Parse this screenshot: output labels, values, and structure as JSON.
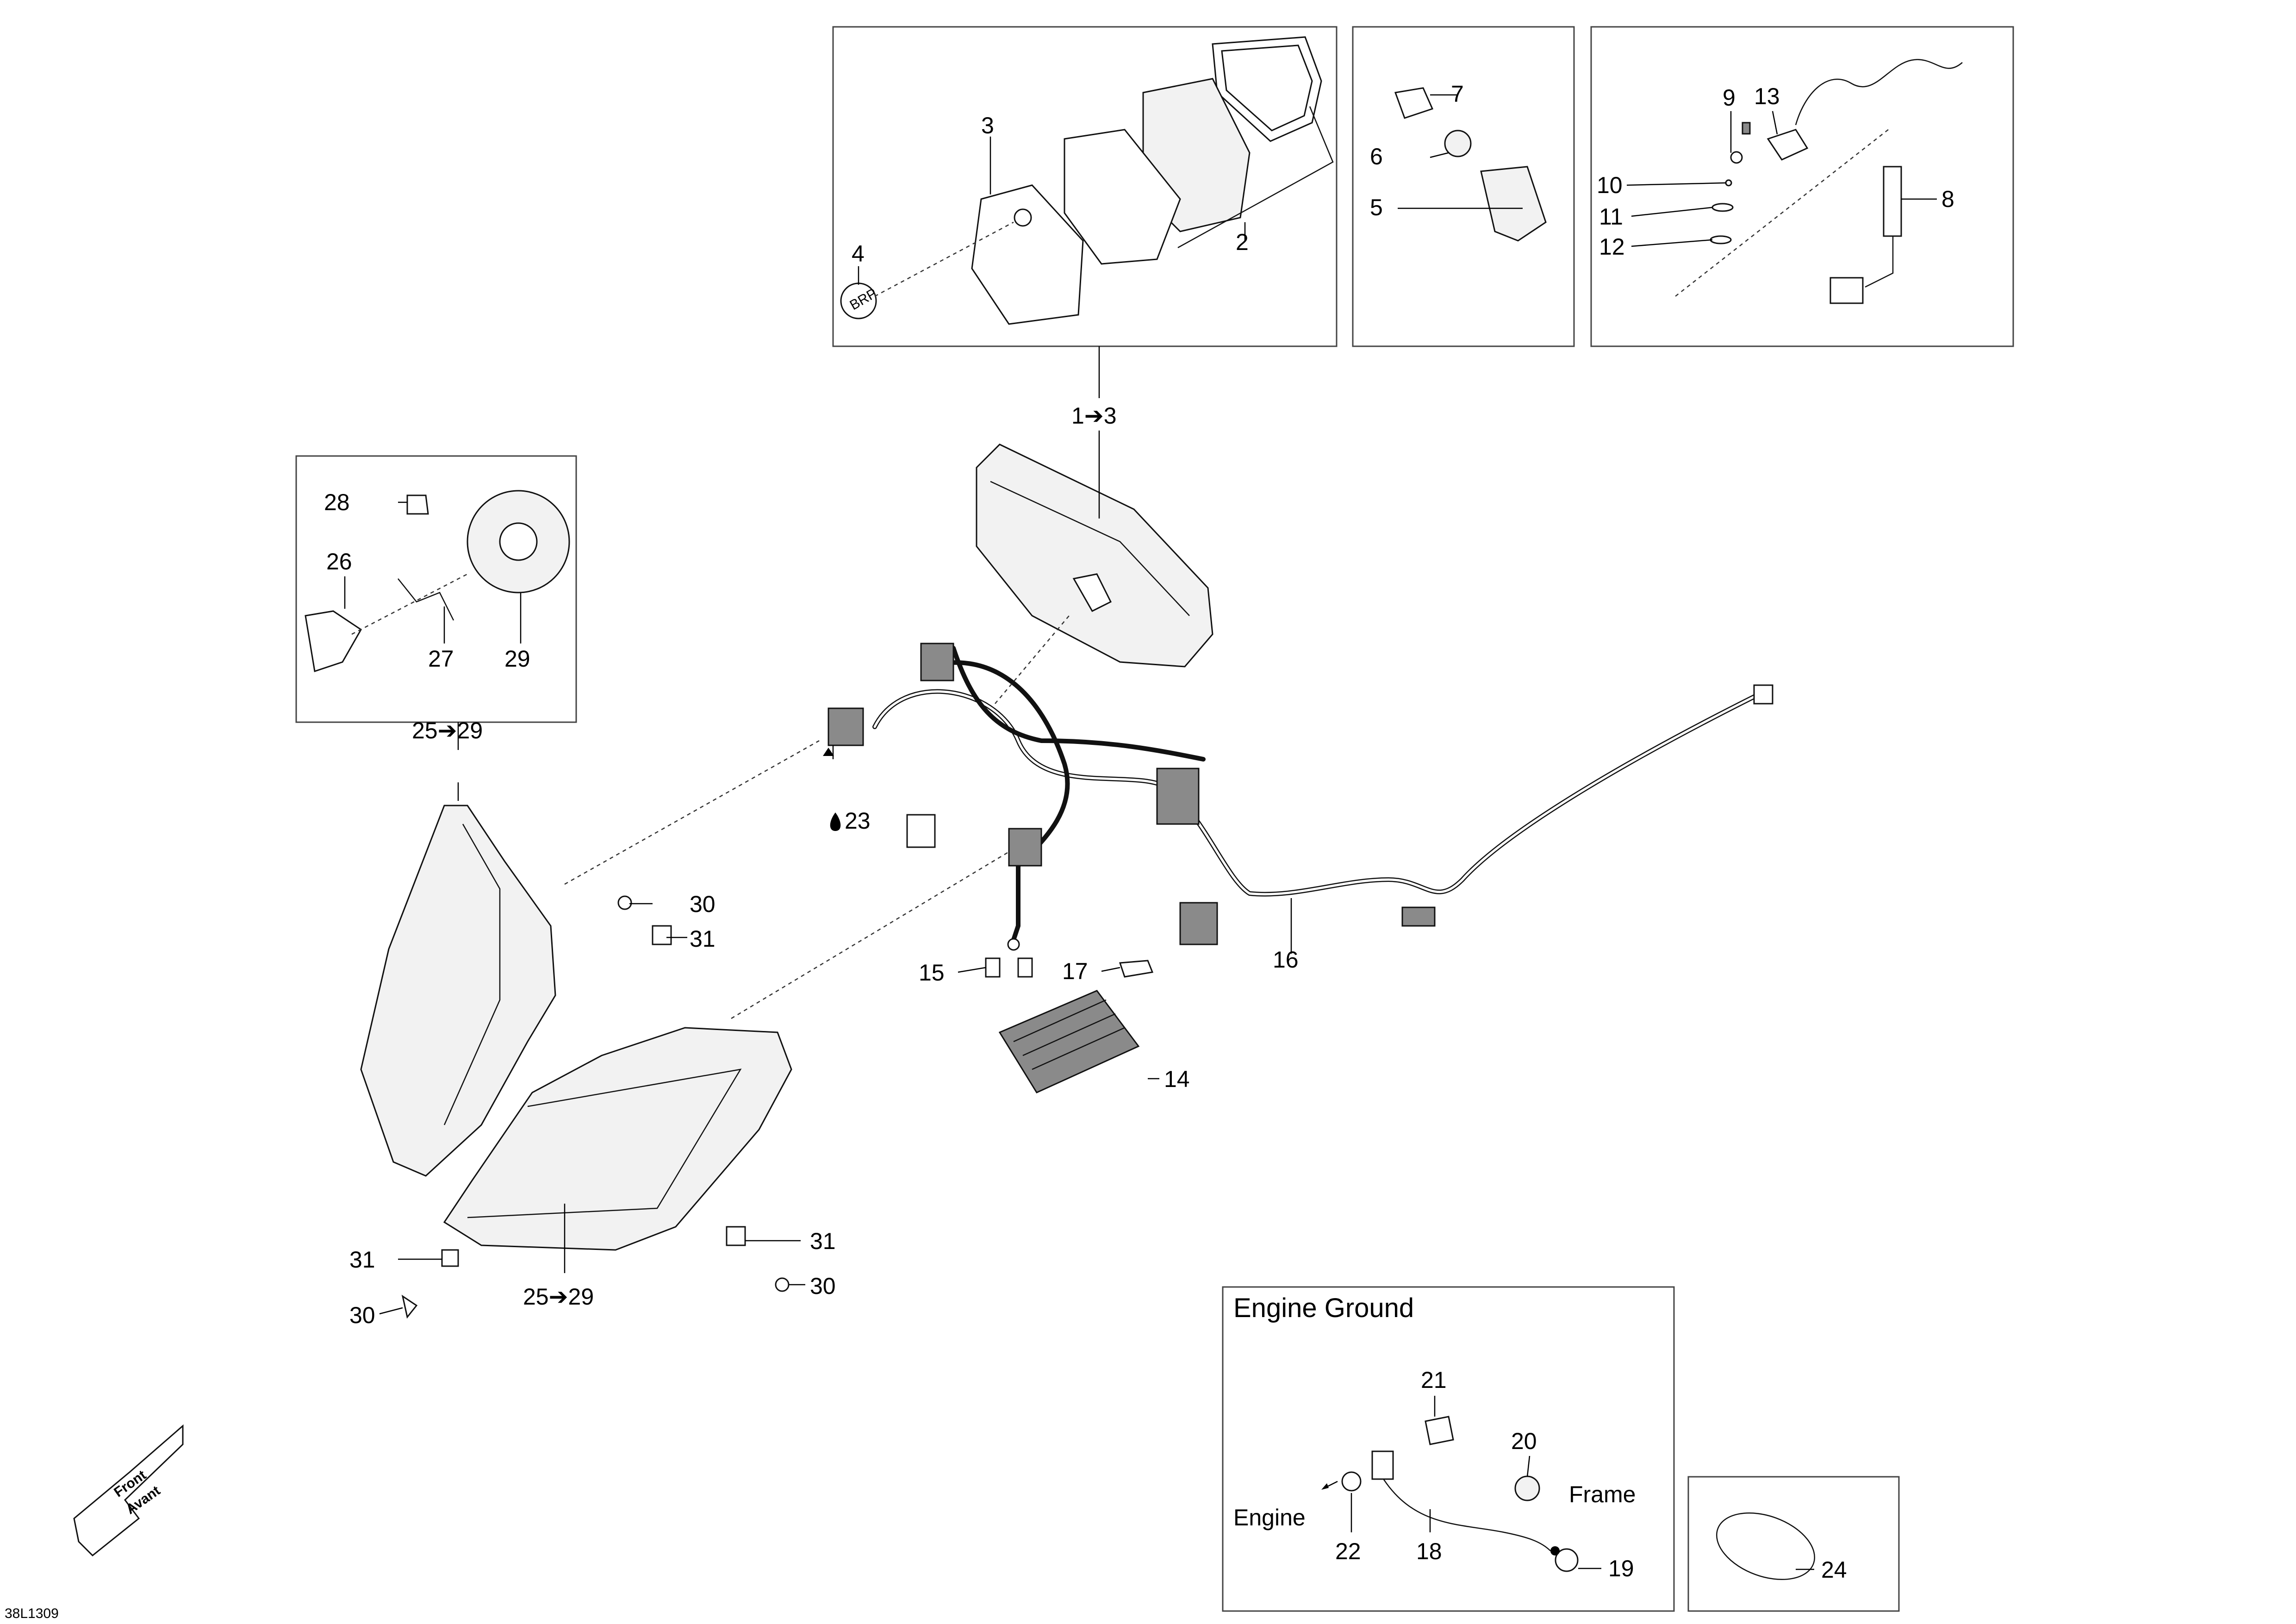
{
  "labels": {
    "p1to3": "1➔3",
    "p2": "2",
    "p3": "3",
    "p4": "4",
    "p5": "5",
    "p6": "6",
    "p7": "7",
    "p8": "8",
    "p9": "9",
    "p10": "10",
    "p11": "11",
    "p12": "12",
    "p13": "13",
    "p14": "14",
    "p15": "15",
    "p16": "16",
    "p17": "17",
    "p18": "18",
    "p19": "19",
    "p20": "20",
    "p21": "21",
    "p22": "22",
    "p23": "23",
    "p24": "24",
    "p25to29": "25➔29",
    "p26": "26",
    "p27": "27",
    "p28": "28",
    "p29": "29",
    "p30": "30",
    "p31": "31"
  },
  "inset": {
    "engine_ground_title": "Engine Ground",
    "engine": "Engine",
    "frame": "Frame"
  },
  "front_arrow": {
    "line1": "Front",
    "line2": "Avant"
  },
  "drawing_id": "38L1309"
}
